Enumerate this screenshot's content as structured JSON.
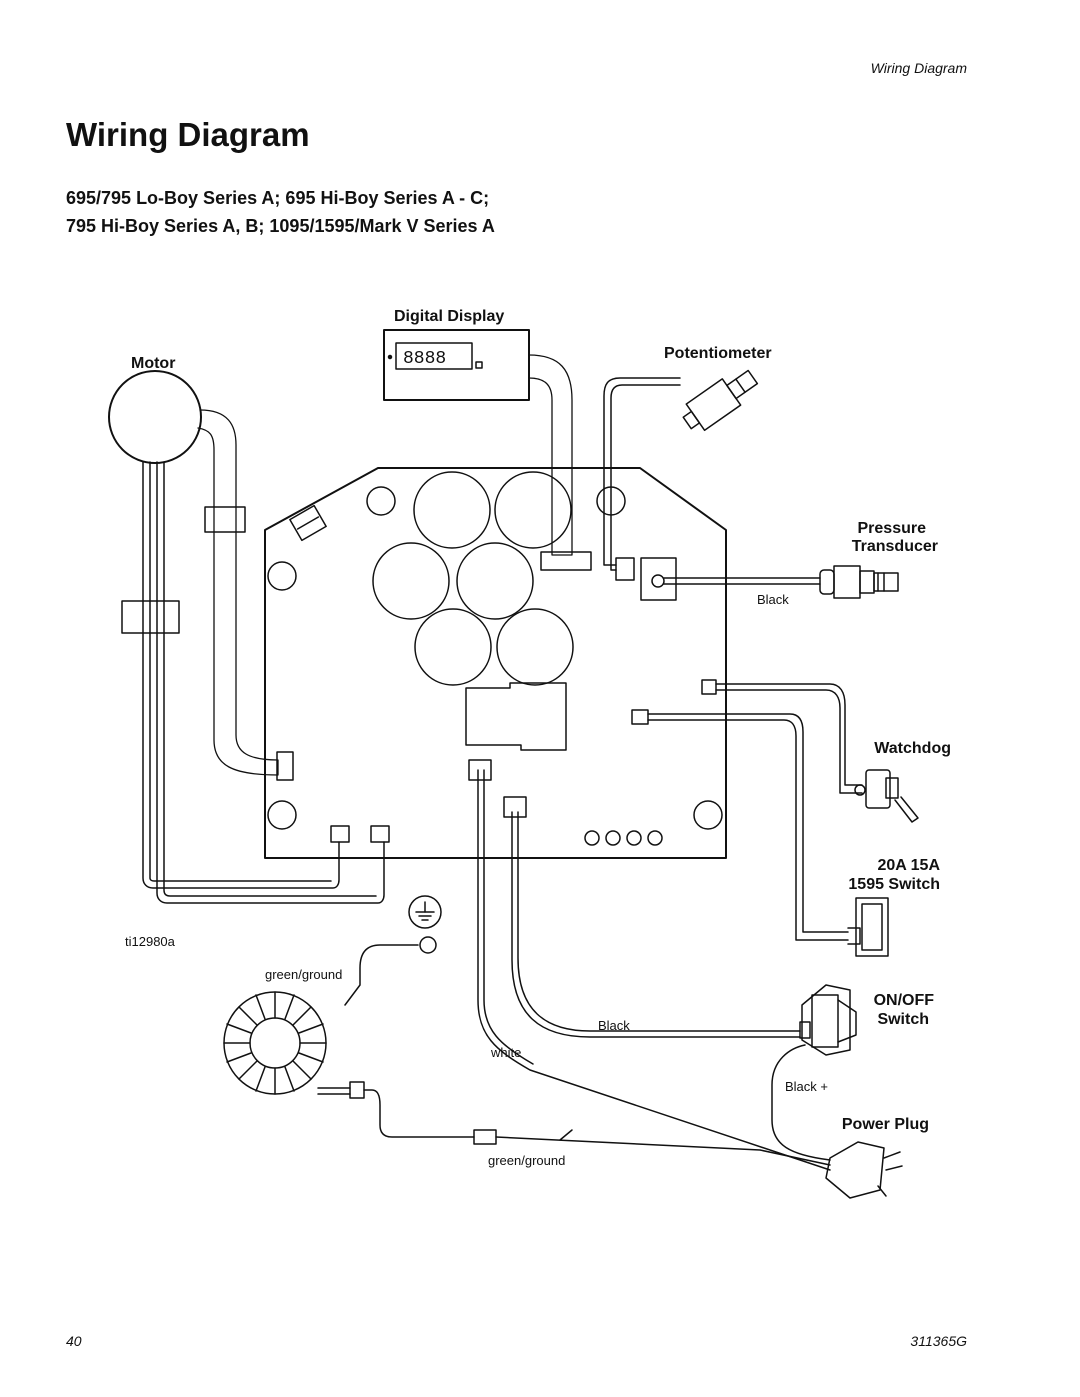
{
  "header": {
    "running_title": "Wiring Diagram"
  },
  "title": "Wiring Diagram",
  "subtitle": [
    "695/795 Lo-Boy Series A; 695 Hi-Boy Series A - C;",
    "795 Hi-Boy Series A, B; 1095/1595/Mark V Series A"
  ],
  "diagram": {
    "components": {
      "digital_display": "Digital Display",
      "motor": "Motor",
      "potentiometer": "Potentiometer",
      "pressure_transducer_1": "Pressure",
      "pressure_transducer_2": "Transducer",
      "watchdog": "Watchdog",
      "switch_1595_1": "20A  15A",
      "switch_1595_2": "1595 Switch",
      "onoff_1": "ON/OFF",
      "onoff_2": "Switch",
      "power_plug": "Power Plug"
    },
    "wires": {
      "transducer_black": "Black",
      "green_ground_top": "green/ground",
      "black_mid": "Black",
      "white": "white",
      "black_plus": "Black +",
      "green_ground_bottom": "green/ground"
    },
    "figure_id": "ti12980a"
  },
  "footer": {
    "page_number": "40",
    "doc_number": "311365G"
  }
}
